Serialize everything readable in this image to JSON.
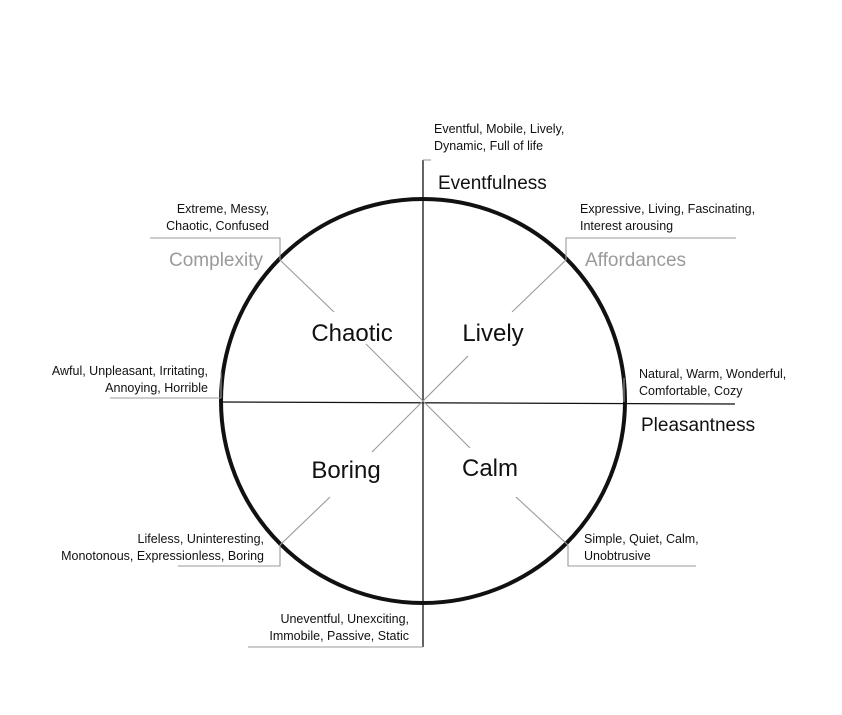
{
  "quadrants": {
    "top_left": "Chaotic",
    "top_right": "Lively",
    "bottom_left": "Boring",
    "bottom_right": "Calm"
  },
  "axes": {
    "vertical": "Eventfulness",
    "horizontal": "Pleasantness",
    "diagonal_left": "Complexity",
    "diagonal_right": "Affordances"
  },
  "descriptors": {
    "top": [
      "Eventful, Mobile, Lively,",
      "Dynamic, Full of life"
    ],
    "top_left": [
      "Extreme, Messy,",
      "Chaotic, Confused"
    ],
    "top_right": [
      "Expressive, Living, Fascinating,",
      "Interest arousing"
    ],
    "left": [
      "Awful, Unpleasant, Irritating,",
      "Annoying, Horrible"
    ],
    "right": [
      "Natural, Warm, Wonderful,",
      "Comfortable, Cozy"
    ],
    "bottom_left": [
      "Lifeless, Uninteresting,",
      "Monotonous, Expressionless, Boring"
    ],
    "bottom_right": [
      "Simple, Quiet, Calm,",
      "Unobtrusive"
    ],
    "bottom": [
      "Uneventful, Unexciting,",
      "Immobile, Passive, Static"
    ]
  }
}
